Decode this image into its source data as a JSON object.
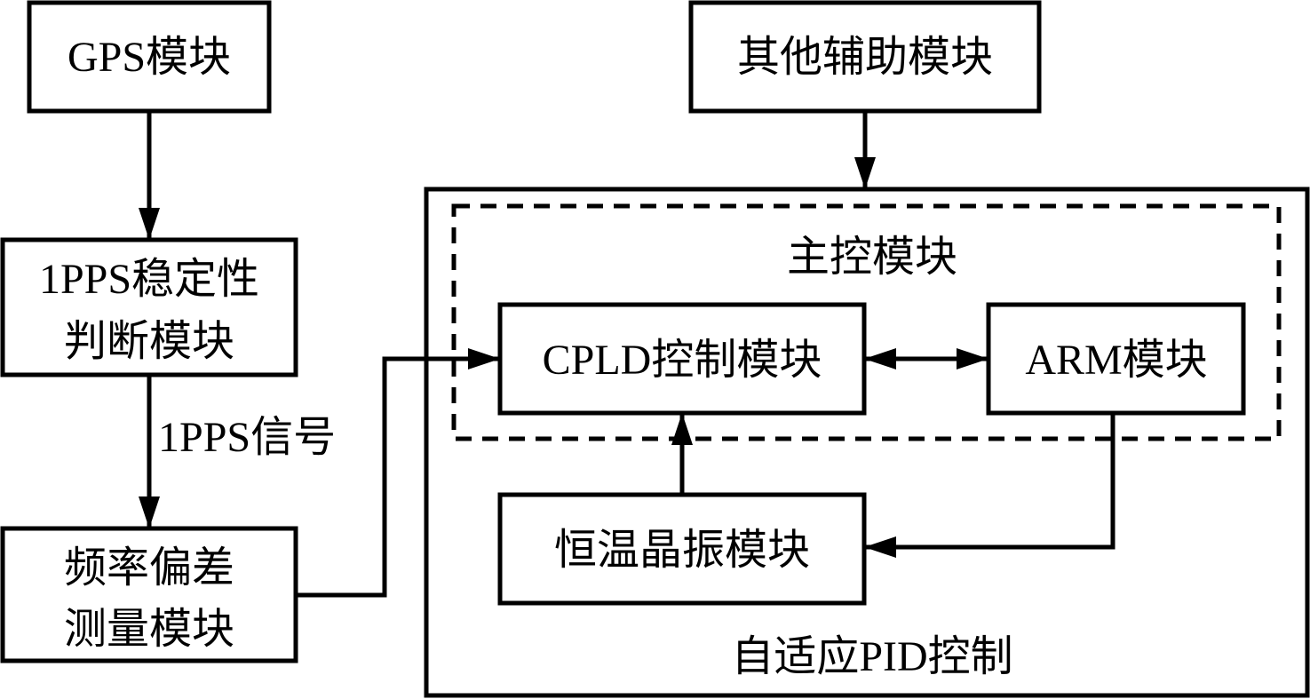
{
  "nodes": {
    "gps": "GPS模块",
    "stability_line1": "1PPS稳定性",
    "stability_line2": "判断模块",
    "freq_line1": "频率偏差",
    "freq_line2": "测量模块",
    "aux": "其他辅助模块",
    "main_control": "主控模块",
    "cpld": "CPLD控制模块",
    "arm": "ARM模块",
    "ocxo": "恒温晶振模块",
    "pid": "自适应PID控制"
  },
  "edges": {
    "pps_signal": "1PPS信号"
  },
  "colors": {
    "stroke": "#000000",
    "background": "#ffffff"
  }
}
